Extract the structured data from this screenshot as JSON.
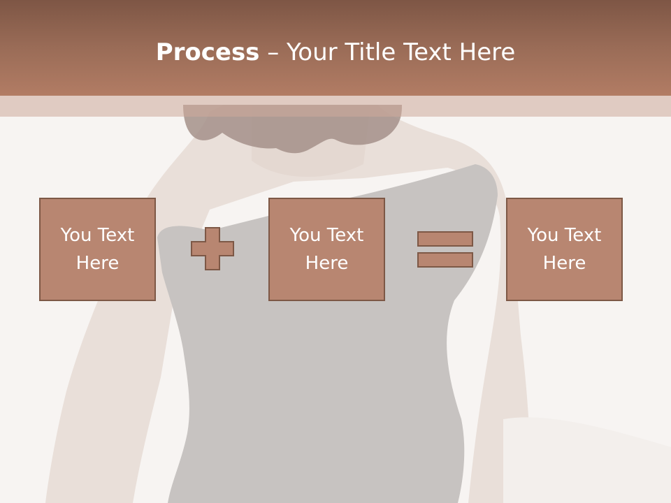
{
  "slide": {
    "title_bold": "Process",
    "title_rest": " – Your Title Text Here",
    "boxes": [
      {
        "label": "You Text Here"
      },
      {
        "label": "You Text Here"
      },
      {
        "label": "You Text Here"
      }
    ],
    "operators": [
      "plus-icon",
      "equals-icon"
    ]
  },
  "colors": {
    "title_band": "#9a6c57",
    "box_fill": "#b88671",
    "box_border": "#7d5846",
    "background": "#f7f4f2"
  }
}
